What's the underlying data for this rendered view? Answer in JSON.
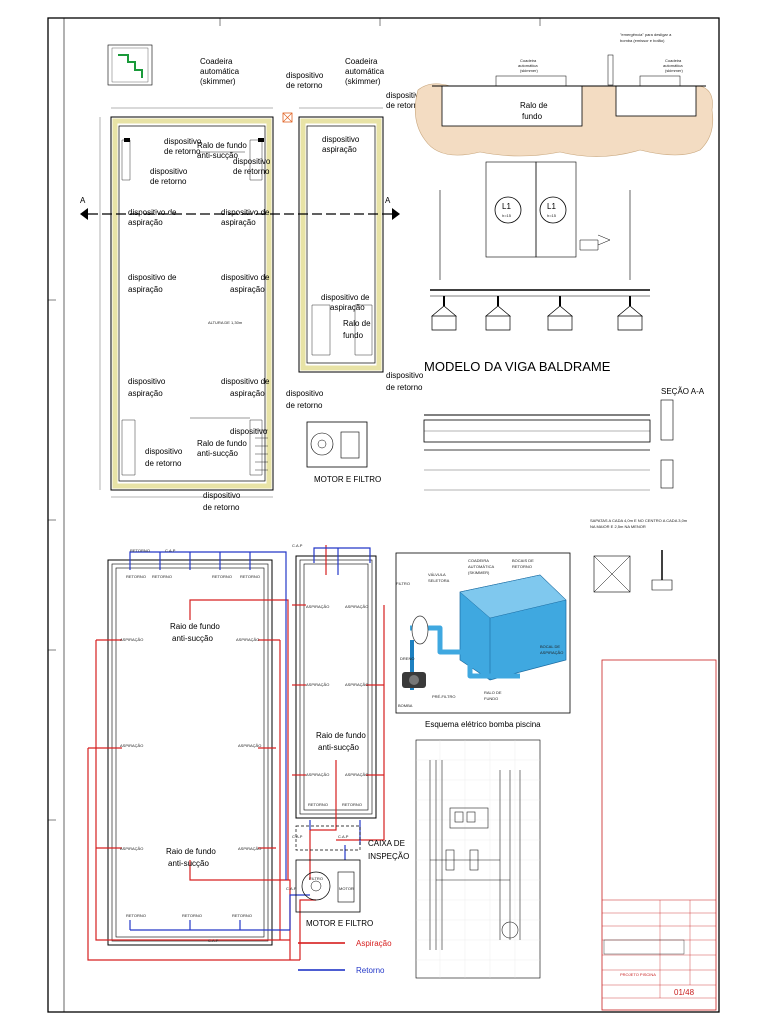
{
  "top_view": {
    "skimmer_left": [
      "Coadeira",
      "automática",
      "(skimmer)"
    ],
    "skimmer_right": [
      "Coadeira",
      "automática",
      "(skimmer)"
    ],
    "return_top_left": [
      "dispositivo",
      "de retorno"
    ],
    "return_top_right": [
      "dispositivo",
      "de retorno"
    ],
    "return_generic": [
      "dispositivo",
      "de retorno"
    ],
    "suction_generic": [
      "dispositivo de",
      "aspiração"
    ],
    "floor_drain": [
      "Ralo de fundo",
      "anti-sucção"
    ],
    "small_pool_drain": [
      "Ralo de",
      "fundo"
    ],
    "motor_filter": "MOTOR E FILTRO",
    "section_mark": "A",
    "height_note": "ALTURA DE 1,30m",
    "floor_drain_small": "Ralo de fundo"
  },
  "section_top": {
    "skimmer_a": [
      "Coadeira",
      "automática",
      "(skimmer)"
    ],
    "skimmer_b": [
      "Coadeira",
      "automática",
      "(skimmer)"
    ],
    "drain": [
      "Ralo de",
      "fundo"
    ],
    "note": [
      "\"emergência\" para desligar a",
      "bomba (emissor e botão)"
    ]
  },
  "beam": {
    "title": "MODELO DA VIGA BALDRAME",
    "section_label": "SEÇÃO A-A",
    "footing_note": [
      "SAPATAS A CADA 4,0m E NO CENTRO A CADA 3,0m",
      "NA MAIOR E 2,5m NA MENOR"
    ],
    "l1": "L1",
    "h": "h=15"
  },
  "hydraulic": {
    "drain_antisuction": [
      "Raio de fundo",
      "anti-sucção"
    ],
    "suction": "ASPIRAÇÃO",
    "return": "RETORNO",
    "cap": "C.A.P",
    "inspection": [
      "CAIXA DE",
      "INSPEÇÃO"
    ],
    "motor_filter": "MOTOR E FILTRO",
    "filter": "FILTRO",
    "motor": "MOTOR",
    "legend_suction": "Aspiração",
    "legend_return": "Retorno"
  },
  "equipment": {
    "valve": [
      "VÁLVULA",
      "SELETORA"
    ],
    "filter": "FILTRO",
    "skimmer": [
      "COADEIRA",
      "AUTOMÁTICA",
      "(SKIMMER)"
    ],
    "return_nozzles": [
      "BOCAIS DE",
      "RETORNO"
    ],
    "suction_nozzle": [
      "BOCAL DE",
      "ASPIRAÇÃO"
    ],
    "drain": "DRENO",
    "pump": "BOMBA",
    "prefilter": "PRÉ-FILTRO",
    "bottom_drain": [
      "RALO DE",
      "FUNDO"
    ]
  },
  "electrical": {
    "title": "Esquema elétrico bomba piscina"
  },
  "title_block": {
    "project": "PROJETO PISCINA",
    "code": "01/48"
  },
  "colors": {
    "frame": "#000000",
    "pool_edge": "#e8e3a6",
    "suction_pipe": "#d62020",
    "return_pipe": "#2438c8",
    "soil": "#f3dcc2",
    "water": "#3fa8e0",
    "title_block": "#c81e1e"
  }
}
